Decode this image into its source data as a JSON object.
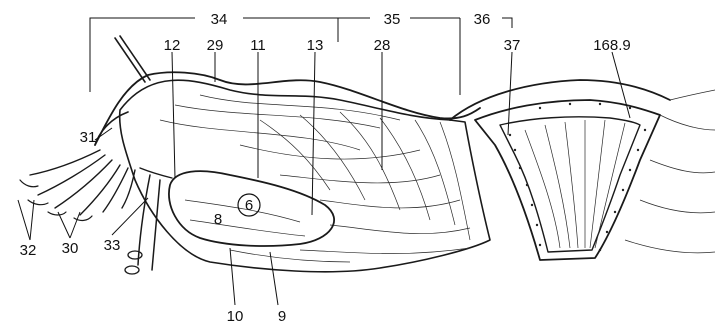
{
  "labels": {
    "l34": "34",
    "l35": "35",
    "l36": "36",
    "l12": "12",
    "l29": "29",
    "l11": "11",
    "l13": "13",
    "l28": "28",
    "l37": "37",
    "l168_9": "168.9",
    "l31": "31",
    "l6": "6",
    "l8": "8",
    "l32": "32",
    "l30": "30",
    "l33": "33",
    "l10": "10",
    "l9": "9"
  }
}
